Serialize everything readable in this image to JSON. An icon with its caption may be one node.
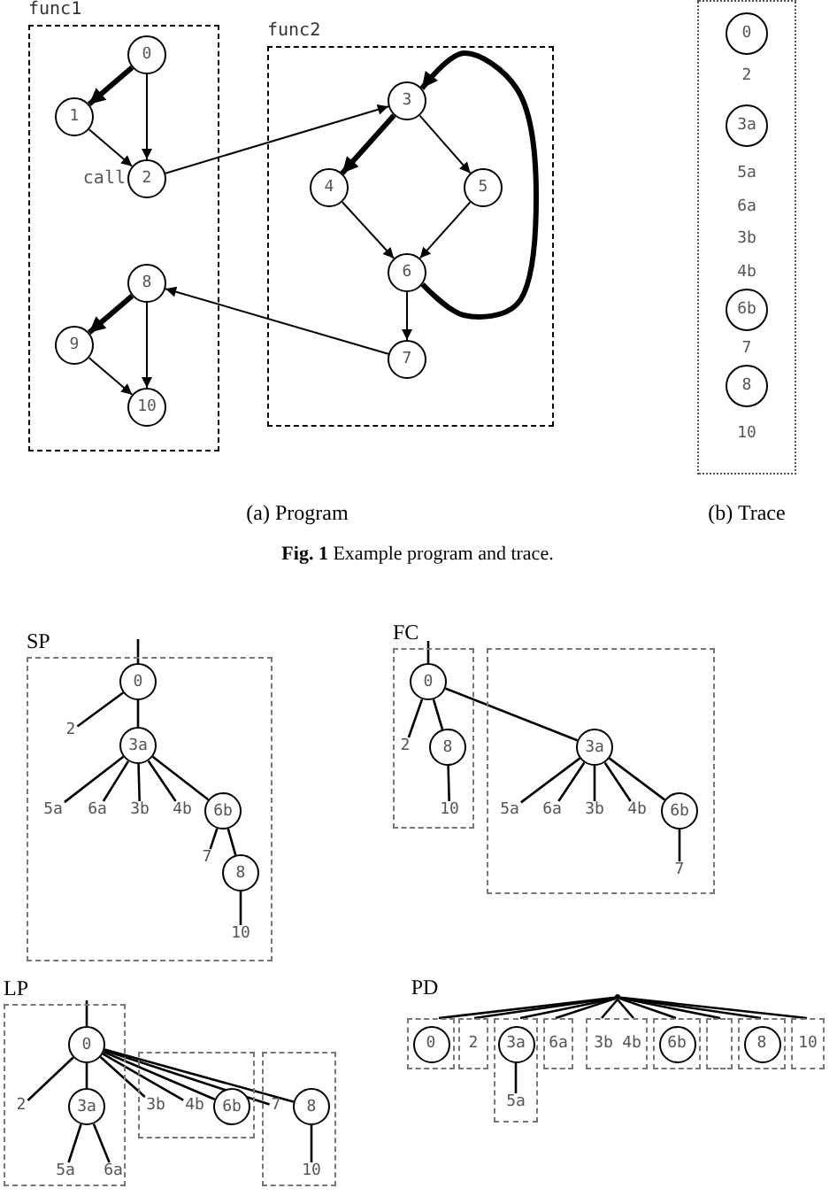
{
  "diagram": {
    "nodes": [
      {
        "text": [
          "func1"
        ]
      },
      {
        "text": [
          "0"
        ],
        "in": 0
      },
      {
        "text": [
          "1"
        ],
        "in": 0
      },
      {
        "text": [
          "2"
        ],
        "in": 0,
        "beside": [
          "call"
        ]
      },
      {
        "text": [
          "8"
        ],
        "in": 0
      },
      {
        "text": [
          "9"
        ],
        "in": 0
      },
      {
        "text": [
          "10"
        ],
        "in": 0
      },
      {
        "text": [
          "func2"
        ]
      },
      {
        "text": [
          "3"
        ],
        "in": 7
      },
      {
        "text": [
          "4"
        ],
        "in": 7
      },
      {
        "text": [
          "5"
        ],
        "in": 7
      },
      {
        "text": [
          "6"
        ],
        "in": 7
      },
      {
        "text": [
          "7"
        ],
        "in": 7
      },
      {
        "text": [],
        "shape": "box"
      },
      {
        "text": [
          "0"
        ],
        "in": 13
      },
      {
        "text": [
          "3a"
        ],
        "in": 13
      },
      {
        "text": [
          "6b"
        ],
        "in": 13
      },
      {
        "text": [
          "8"
        ],
        "in": 13
      },
      {
        "text": [
          "SP"
        ]
      },
      {
        "text": [
          "0"
        ],
        "in": 18
      },
      {
        "text": [
          "2"
        ],
        "in": 18
      },
      {
        "text": [
          "3a"
        ],
        "in": 18
      },
      {
        "text": [
          "5a"
        ],
        "in": 18
      },
      {
        "text": [
          "6a"
        ],
        "in": 18
      },
      {
        "text": [
          "3b"
        ],
        "in": 18
      },
      {
        "text": [
          "4b"
        ],
        "in": 18
      },
      {
        "text": [
          "6b"
        ],
        "in": 18
      },
      {
        "text": [
          "7"
        ],
        "in": 18
      },
      {
        "text": [
          "8"
        ],
        "in": 18
      },
      {
        "text": [
          "10"
        ],
        "in": 18
      },
      {
        "text": [
          "FC"
        ]
      },
      {
        "text": [
          "0"
        ],
        "in": 30
      },
      {
        "text": [
          "2"
        ],
        "in": 30
      },
      {
        "text": [
          "8"
        ],
        "in": 30
      },
      {
        "text": [
          "10"
        ],
        "in": 30
      },
      {
        "text": [],
        "shape": "box"
      },
      {
        "text": [
          "3a"
        ],
        "in": 35
      },
      {
        "text": [
          "5a"
        ],
        "in": 35
      },
      {
        "text": [
          "6a"
        ],
        "in": 35
      },
      {
        "text": [
          "3b"
        ],
        "in": 35
      },
      {
        "text": [
          "4b"
        ],
        "in": 35
      },
      {
        "text": [
          "6b"
        ],
        "in": 35
      },
      {
        "text": [
          "7"
        ],
        "in": 35
      },
      {
        "text": [
          "LP"
        ]
      },
      {
        "text": [
          "0"
        ],
        "in": 43
      },
      {
        "text": [
          "2"
        ],
        "in": 43
      },
      {
        "text": [
          "3a"
        ],
        "in": 43
      },
      {
        "text": [
          "5a"
        ],
        "in": 43
      },
      {
        "text": [
          "6a"
        ],
        "in": 43
      },
      {
        "text": [],
        "shape": "box"
      },
      {
        "text": [
          "3b"
        ],
        "in": 49
      },
      {
        "text": [
          "4b"
        ],
        "in": 49
      },
      {
        "text": [
          "6b"
        ],
        "in": 49
      },
      {
        "text": [],
        "shape": "box"
      },
      {
        "text": [
          "7"
        ],
        "in": 53
      },
      {
        "text": [
          "8"
        ],
        "in": 53
      },
      {
        "text": [
          "10"
        ],
        "in": 53
      },
      {
        "text": [],
        "shape": "box"
      },
      {
        "text": [
          "0"
        ],
        "in": 57
      },
      {
        "text": [],
        "shape": "box"
      },
      {
        "text": [
          "2"
        ],
        "in": 59
      },
      {
        "text": [],
        "shape": "box"
      },
      {
        "text": [
          "3a"
        ],
        "in": 61
      },
      {
        "text": [
          "5a"
        ],
        "in": 61
      },
      {
        "text": [],
        "shape": "box"
      },
      {
        "text": [
          "6a"
        ],
        "in": 64
      },
      {
        "text": [],
        "shape": "box"
      },
      {
        "text": [
          "3b"
        ],
        "in": 66
      },
      {
        "text": [
          "4b"
        ],
        "in": 66
      },
      {
        "text": [],
        "shape": "box"
      },
      {
        "text": [
          "6b"
        ],
        "in": 69
      },
      {
        "text": [],
        "shape": "box"
      },
      {
        "text": [],
        "shape": "box"
      },
      {
        "text": [
          "8"
        ],
        "in": 72
      },
      {
        "text": [],
        "shape": "box"
      },
      {
        "text": [
          "10"
        ],
        "in": 74
      },
      {
        "text": [],
        "shape": "point"
      }
    ],
    "edges": [
      {
        "from": 1,
        "to": 2,
        "arrow": "to",
        "style": "thick"
      },
      {
        "from": 1,
        "to": 3,
        "arrow": "to"
      },
      {
        "from": 2,
        "to": 3,
        "arrow": "to"
      },
      {
        "from": 3,
        "to": 8,
        "arrow": "to"
      },
      {
        "from": 8,
        "to": 9,
        "arrow": "to",
        "style": "thick"
      },
      {
        "from": 8,
        "to": 10,
        "arrow": "to"
      },
      {
        "from": 9,
        "to": 11,
        "arrow": "to"
      },
      {
        "from": 10,
        "to": 11,
        "arrow": "to"
      },
      {
        "from": 11,
        "to": 12,
        "arrow": "to"
      },
      {
        "from": 11,
        "to": 8,
        "arrow": "to",
        "style": "thick"
      },
      {
        "from": 12,
        "to": 4,
        "arrow": "to"
      },
      {
        "from": 4,
        "to": 5,
        "arrow": "to",
        "style": "thick"
      },
      {
        "from": 4,
        "to": 6,
        "arrow": "to"
      },
      {
        "from": 5,
        "to": 6,
        "arrow": "to"
      },
      {
        "from": null,
        "to": 19,
        "arrow": "none"
      },
      {
        "from": 19,
        "to": 20,
        "arrow": "none"
      },
      {
        "from": 19,
        "to": 21,
        "arrow": "none"
      },
      {
        "from": 21,
        "to": 22,
        "arrow": "none"
      },
      {
        "from": 21,
        "to": 23,
        "arrow": "none"
      },
      {
        "from": 21,
        "to": 24,
        "arrow": "none"
      },
      {
        "from": 21,
        "to": 25,
        "arrow": "none"
      },
      {
        "from": 21,
        "to": 26,
        "arrow": "none"
      },
      {
        "from": 26,
        "to": 27,
        "arrow": "none"
      },
      {
        "from": 26,
        "to": 28,
        "arrow": "none"
      },
      {
        "from": 28,
        "to": 29,
        "arrow": "none"
      },
      {
        "from": null,
        "to": 31,
        "arrow": "none"
      },
      {
        "from": 31,
        "to": 32,
        "arrow": "none"
      },
      {
        "from": 31,
        "to": 33,
        "arrow": "none"
      },
      {
        "from": 31,
        "to": 36,
        "arrow": "none"
      },
      {
        "from": 33,
        "to": 34,
        "arrow": "none"
      },
      {
        "from": 36,
        "to": 37,
        "arrow": "none"
      },
      {
        "from": 36,
        "to": 38,
        "arrow": "none"
      },
      {
        "from": 36,
        "to": 39,
        "arrow": "none"
      },
      {
        "from": 36,
        "to": 40,
        "arrow": "none"
      },
      {
        "from": 36,
        "to": 41,
        "arrow": "none"
      },
      {
        "from": 41,
        "to": 42,
        "arrow": "none"
      },
      {
        "from": null,
        "to": 44,
        "arrow": "none"
      },
      {
        "from": 44,
        "to": 45,
        "arrow": "none"
      },
      {
        "from": 44,
        "to": 46,
        "arrow": "none"
      },
      {
        "from": 44,
        "to": 50,
        "arrow": "none"
      },
      {
        "from": 44,
        "to": 51,
        "arrow": "none"
      },
      {
        "from": 44,
        "to": 52,
        "arrow": "none"
      },
      {
        "from": 44,
        "to": 54,
        "arrow": "none"
      },
      {
        "from": 44,
        "to": 55,
        "arrow": "none"
      },
      {
        "from": 46,
        "to": 47,
        "arrow": "none"
      },
      {
        "from": 46,
        "to": 48,
        "arrow": "none"
      },
      {
        "from": 55,
        "to": 56,
        "arrow": "none"
      },
      {
        "from": 76,
        "to": 57,
        "arrow": "none"
      },
      {
        "from": 76,
        "to": 59,
        "arrow": "none"
      },
      {
        "from": 76,
        "to": 61,
        "arrow": "none"
      },
      {
        "from": 76,
        "to": 64,
        "arrow": "none"
      },
      {
        "from": 76,
        "to": 66,
        "arrow": "none"
      },
      {
        "from": 76,
        "to": 66,
        "arrow": "none"
      },
      {
        "from": 76,
        "to": 69,
        "arrow": "none"
      },
      {
        "from": 76,
        "to": 71,
        "arrow": "none"
      },
      {
        "from": 76,
        "to": 72,
        "arrow": "none"
      },
      {
        "from": 76,
        "to": 74,
        "arrow": "none"
      },
      {
        "from": 62,
        "to": 63,
        "arrow": "none"
      }
    ],
    "labels": [
      "2",
      "5a",
      "6a",
      "3b",
      "4b",
      "7",
      "10",
      "(a) Program",
      "(b) Trace",
      "**Fig. 1** Example program and trace.",
      "PD"
    ]
  }
}
